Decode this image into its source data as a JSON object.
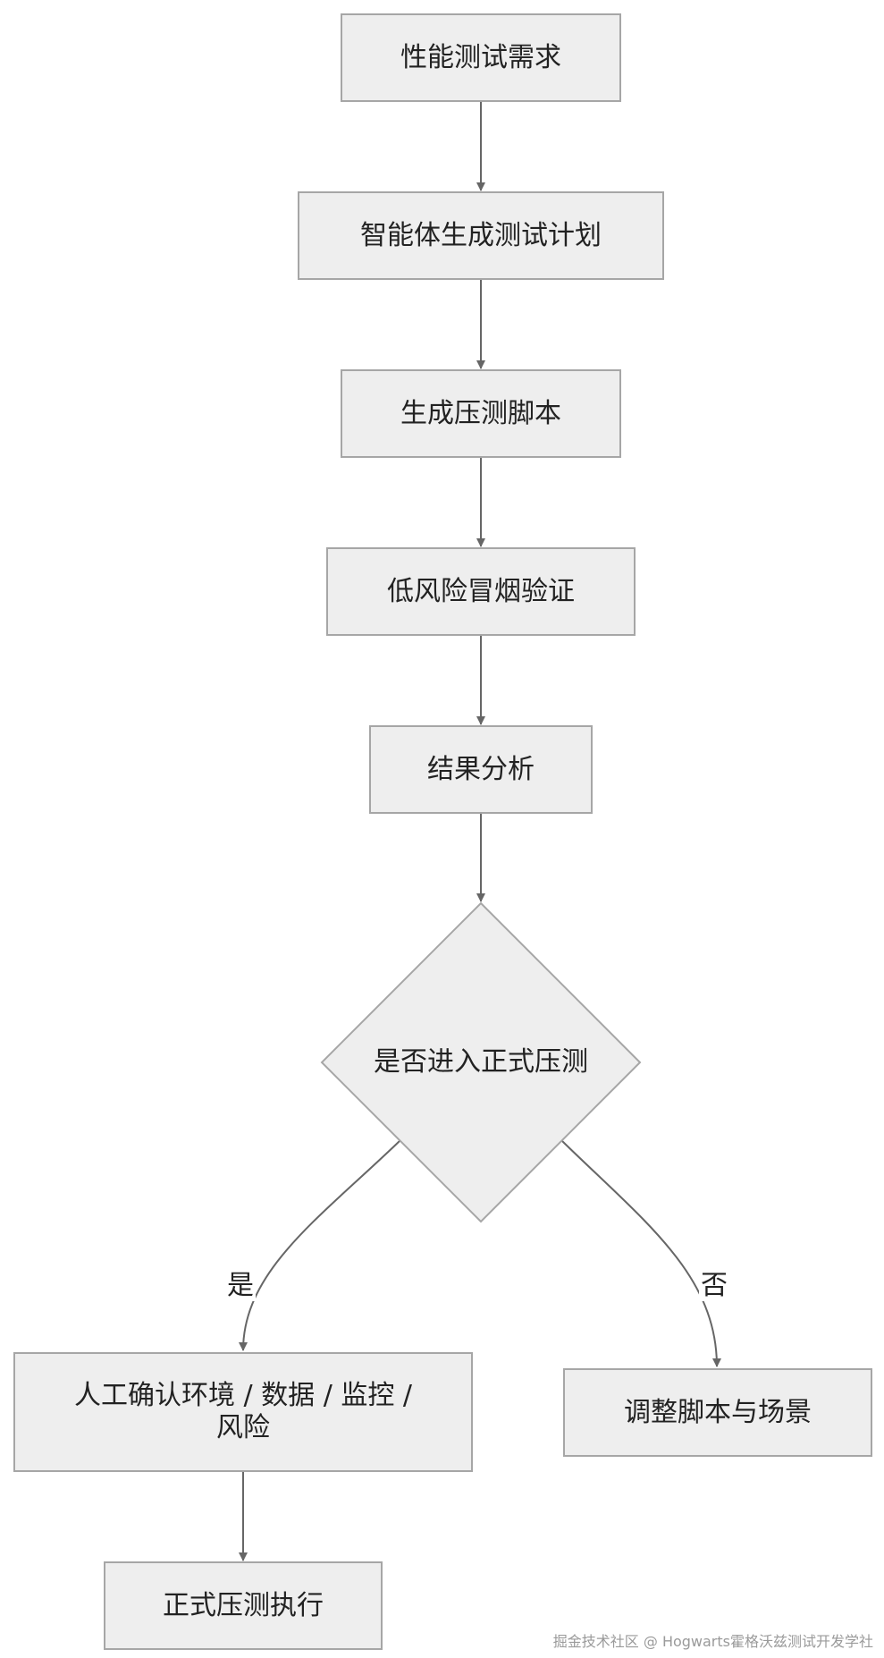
{
  "flowchart": {
    "nodes": [
      {
        "id": "start",
        "label": "性能测试需求"
      },
      {
        "id": "plan",
        "label": "智能体生成测试计划"
      },
      {
        "id": "script",
        "label": "生成压测脚本"
      },
      {
        "id": "smoke",
        "label": "低风险冒烟验证"
      },
      {
        "id": "analysis",
        "label": "结果分析"
      },
      {
        "id": "decision",
        "label": "是否进入正式压测"
      },
      {
        "id": "confirm",
        "label": "人工确认环境 / 数据 / 监控 / 风险"
      },
      {
        "id": "adjust",
        "label": "调整脚本与场景"
      },
      {
        "id": "execute",
        "label": "正式压测执行"
      }
    ],
    "edges": [
      {
        "from": "start",
        "to": "plan"
      },
      {
        "from": "plan",
        "to": "script"
      },
      {
        "from": "script",
        "to": "smoke"
      },
      {
        "from": "smoke",
        "to": "analysis"
      },
      {
        "from": "analysis",
        "to": "decision"
      },
      {
        "from": "decision",
        "to": "confirm",
        "label": "是"
      },
      {
        "from": "decision",
        "to": "adjust",
        "label": "否"
      },
      {
        "from": "confirm",
        "to": "execute"
      }
    ],
    "colors": {
      "node_fill": "#eeeeee",
      "node_border": "#a6a6a6",
      "edge": "#666666",
      "text": "#222222"
    }
  },
  "watermark": "掘金技术社区 @ Hogwarts霍格沃兹测试开发学社"
}
